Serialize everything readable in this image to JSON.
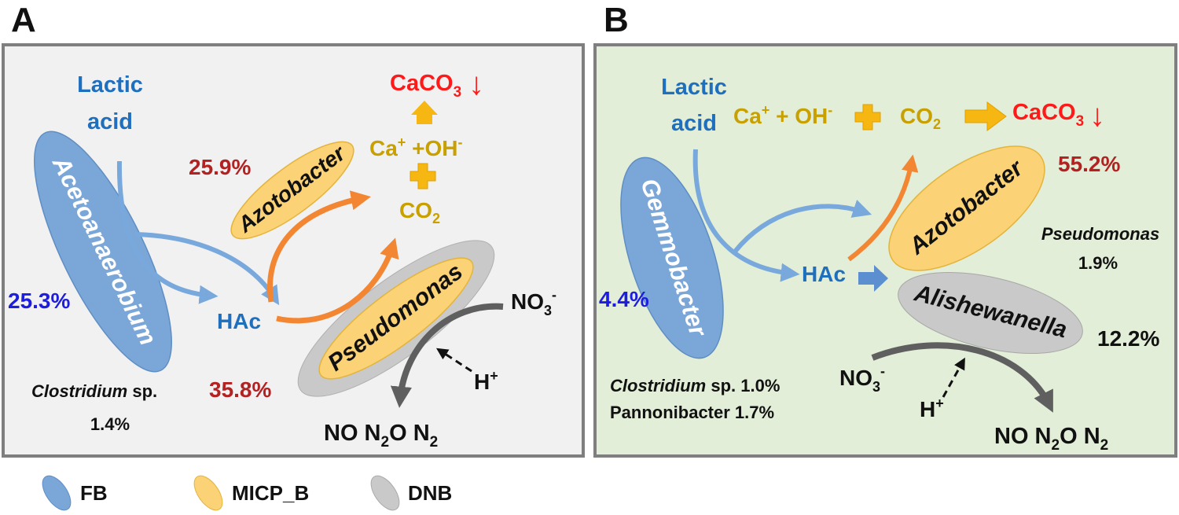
{
  "colors": {
    "fb": "#7ba7d8",
    "micp": "#fbd276",
    "dnb": "#c9c9c9",
    "panel_a_bg": "#f1f1f1",
    "panel_b_bg": "#e2eed7",
    "lactic_text": "#1f6fbf",
    "caco3_text": "#ff1a1a",
    "gold_text": "#c8a000",
    "pct_red": "#b22222",
    "pct_blue": "#1d1de0",
    "orange_arrow": "#f28632",
    "blue_arrow": "#79a9dc",
    "grey_arrow": "#5f5f5f"
  },
  "panels": {
    "a": {
      "label": "A",
      "lactic": "Lactic",
      "acid": "acid",
      "caco3": "CaCO",
      "caco3_sub": "3",
      "down_arrow": "↓",
      "ca": "Ca",
      "ca_sup": "+",
      "oh": " +OH",
      "oh_sup": "-",
      "co2": "CO",
      "co2_sub": "2",
      "hac": "HAc",
      "no3": "NO",
      "no3_sub": "3",
      "no3_sup": "-",
      "h": "H",
      "h_sup": "+",
      "products": {
        "no": "NO N",
        "n2o_sub": "2",
        "o": "O N",
        "n2_sub": "2"
      },
      "fb_name": "Acetoanaerobium",
      "fb_pct": "25.3%",
      "azoto_name": "Azotobacter",
      "azoto_pct": "25.9%",
      "pseudo_name": "Pseudomonas",
      "pseudo_pct": "35.8%",
      "minor": {
        "genus": "Clostridium",
        "suffix": " sp.",
        "pct": "1.4%"
      }
    },
    "b": {
      "label": "B",
      "lactic": "Lactic",
      "acid": "acid",
      "ca": "Ca",
      "ca_sup": "+",
      "oh": " + OH",
      "oh_sup": "-",
      "co2": "CO",
      "co2_sub": "2",
      "caco3": "CaCO",
      "caco3_sub": "3",
      "down_arrow": "↓",
      "hac": "HAc",
      "no3": "NO",
      "no3_sub": "3",
      "no3_sup": "-",
      "h": "H",
      "h_sup": "+",
      "products": {
        "no": "NO N",
        "n2o_sub": "2",
        "o": "O N",
        "n2_sub": "2"
      },
      "fb_name": "Gemmobacter",
      "fb_pct": "4.4%",
      "azoto_name": "Azotobacter",
      "azoto_pct": "55.2%",
      "pseudo_name": "Pseudomonas",
      "pseudo_pct": "1.9%",
      "alish_name": "Alishewanella",
      "alish_pct": "12.2%",
      "minor1": {
        "genus": "Clostridium",
        "suffix": " sp. 1.0%"
      },
      "minor2": "Pannonibacter 1.7%"
    }
  },
  "legend": [
    {
      "label": "FB",
      "color": "fb"
    },
    {
      "label": "MICP_B",
      "color": "micp"
    },
    {
      "label": "DNB",
      "color": "dnb"
    }
  ]
}
